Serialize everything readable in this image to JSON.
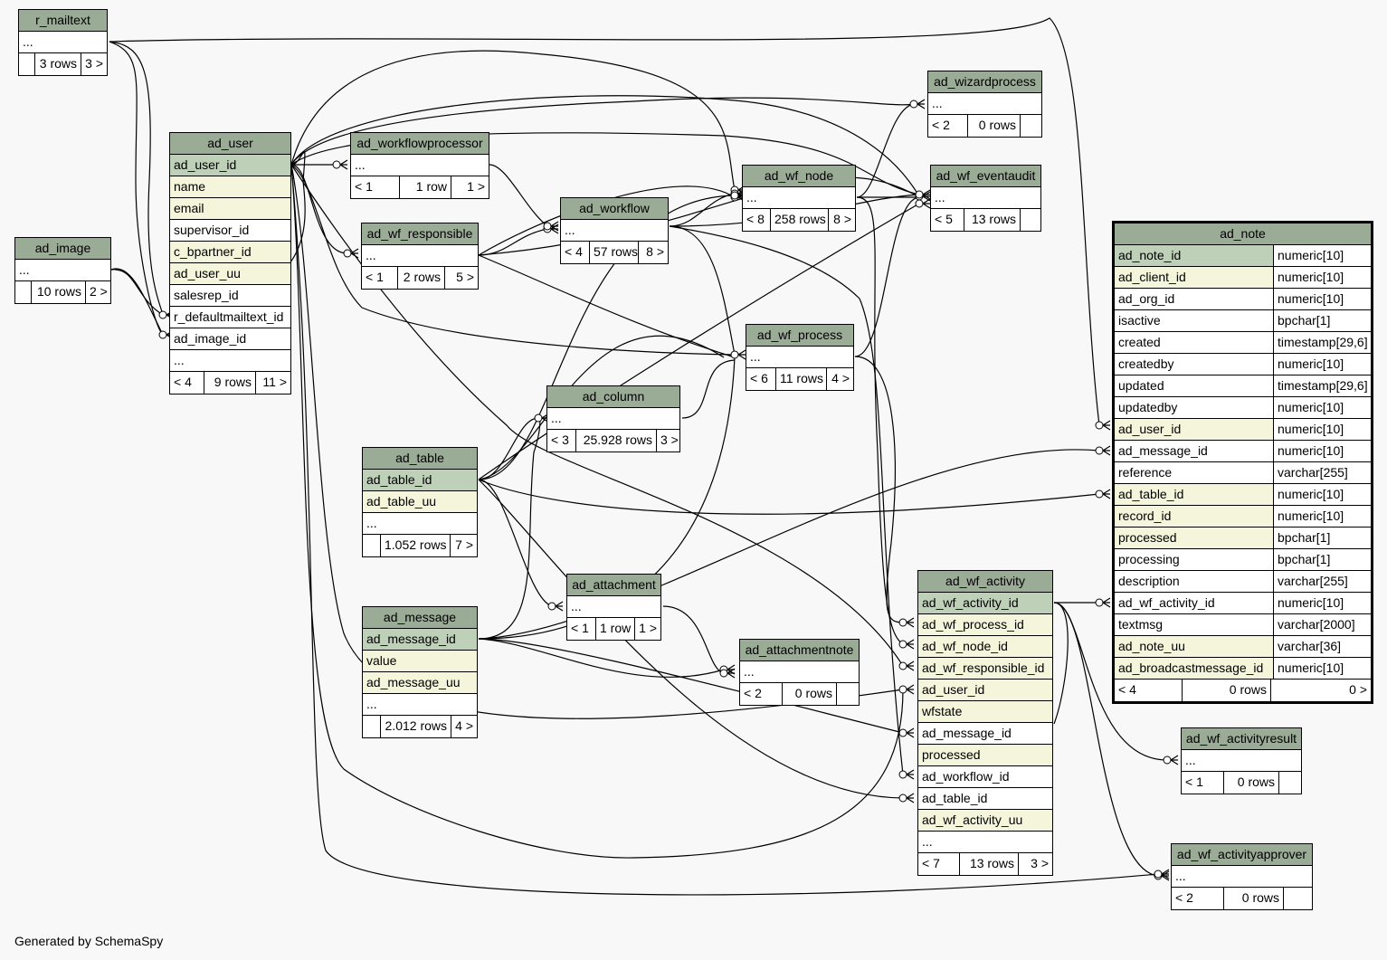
{
  "credit": "Generated by SchemaSpy",
  "tables": {
    "r_mailtext": {
      "name": "r_mailtext",
      "rows": [
        "..."
      ],
      "footer": [
        "",
        "3 rows",
        "3 >"
      ]
    },
    "ad_image": {
      "name": "ad_image",
      "rows": [
        "..."
      ],
      "footer": [
        "",
        "10 rows",
        "2 >"
      ]
    },
    "ad_user": {
      "name": "ad_user",
      "rows": [
        "ad_user_id",
        "name",
        "email",
        "supervisor_id",
        "c_bpartner_id",
        "ad_user_uu",
        "salesrep_id",
        "r_defaultmailtext_id",
        "ad_image_id",
        "..."
      ],
      "footer": [
        "< 4",
        "9 rows",
        "11 >"
      ]
    },
    "ad_workflowprocessor": {
      "name": "ad_workflowprocessor",
      "rows": [
        "..."
      ],
      "footer": [
        "< 1",
        "1 row",
        "1 >"
      ]
    },
    "ad_wf_responsible": {
      "name": "ad_wf_responsible",
      "rows": [
        "..."
      ],
      "footer": [
        "< 1",
        "2 rows",
        "5 >"
      ]
    },
    "ad_workflow": {
      "name": "ad_workflow",
      "rows": [
        "..."
      ],
      "footer": [
        "< 4",
        "57 rows",
        "8 >"
      ]
    },
    "ad_wf_node": {
      "name": "ad_wf_node",
      "rows": [
        "..."
      ],
      "footer": [
        "< 8",
        "258 rows",
        "8 >"
      ]
    },
    "ad_wizardprocess": {
      "name": "ad_wizardprocess",
      "rows": [
        "..."
      ],
      "footer": [
        "< 2",
        "0 rows",
        ""
      ]
    },
    "ad_wf_eventaudit": {
      "name": "ad_wf_eventaudit",
      "rows": [
        "..."
      ],
      "footer": [
        "< 5",
        "13 rows",
        ""
      ]
    },
    "ad_wf_process": {
      "name": "ad_wf_process",
      "rows": [
        "..."
      ],
      "footer": [
        "< 6",
        "11 rows",
        "4 >"
      ]
    },
    "ad_column": {
      "name": "ad_column",
      "rows": [
        "..."
      ],
      "footer": [
        "< 3",
        "25.928 rows",
        "3 >"
      ]
    },
    "ad_table": {
      "name": "ad_table",
      "rows": [
        "ad_table_id",
        "ad_table_uu",
        "..."
      ],
      "footer": [
        "",
        "1.052 rows",
        "7 >"
      ]
    },
    "ad_attachment": {
      "name": "ad_attachment",
      "rows": [
        "..."
      ],
      "footer": [
        "< 1",
        "1 row",
        "1 >"
      ]
    },
    "ad_message": {
      "name": "ad_message",
      "rows": [
        "ad_message_id",
        "value",
        "ad_message_uu",
        "..."
      ],
      "footer": [
        "",
        "2.012 rows",
        "4 >"
      ]
    },
    "ad_attachmentnote": {
      "name": "ad_attachmentnote",
      "rows": [
        "..."
      ],
      "footer": [
        "< 2",
        "0 rows",
        ""
      ]
    },
    "ad_wf_activity": {
      "name": "ad_wf_activity",
      "rows": [
        "ad_wf_activity_id",
        "ad_wf_process_id",
        "ad_wf_node_id",
        "ad_wf_responsible_id",
        "ad_user_id",
        "wfstate",
        "ad_message_id",
        "processed",
        "ad_workflow_id",
        "ad_table_id",
        "ad_wf_activity_uu",
        "..."
      ],
      "footer": [
        "< 7",
        "13 rows",
        "3 >"
      ]
    },
    "ad_note": {
      "name": "ad_note",
      "rows": [
        [
          "ad_note_id",
          "numeric[10]"
        ],
        [
          "ad_client_id",
          "numeric[10]"
        ],
        [
          "ad_org_id",
          "numeric[10]"
        ],
        [
          "isactive",
          "bpchar[1]"
        ],
        [
          "created",
          "timestamp[29,6]"
        ],
        [
          "createdby",
          "numeric[10]"
        ],
        [
          "updated",
          "timestamp[29,6]"
        ],
        [
          "updatedby",
          "numeric[10]"
        ],
        [
          "ad_user_id",
          "numeric[10]"
        ],
        [
          "ad_message_id",
          "numeric[10]"
        ],
        [
          "reference",
          "varchar[255]"
        ],
        [
          "ad_table_id",
          "numeric[10]"
        ],
        [
          "record_id",
          "numeric[10]"
        ],
        [
          "processed",
          "bpchar[1]"
        ],
        [
          "processing",
          "bpchar[1]"
        ],
        [
          "description",
          "varchar[255]"
        ],
        [
          "ad_wf_activity_id",
          "numeric[10]"
        ],
        [
          "textmsg",
          "varchar[2000]"
        ],
        [
          "ad_note_uu",
          "varchar[36]"
        ],
        [
          "ad_broadcastmessage_id",
          "numeric[10]"
        ]
      ],
      "footer": [
        "< 4",
        "0 rows",
        "0 >"
      ]
    },
    "ad_wf_activityresult": {
      "name": "ad_wf_activityresult",
      "rows": [
        "..."
      ],
      "footer": [
        "< 1",
        "0 rows",
        ""
      ]
    },
    "ad_wf_activityapprover": {
      "name": "ad_wf_activityapprover",
      "rows": [
        "..."
      ],
      "footer": [
        "< 2",
        "0 rows",
        ""
      ]
    }
  }
}
